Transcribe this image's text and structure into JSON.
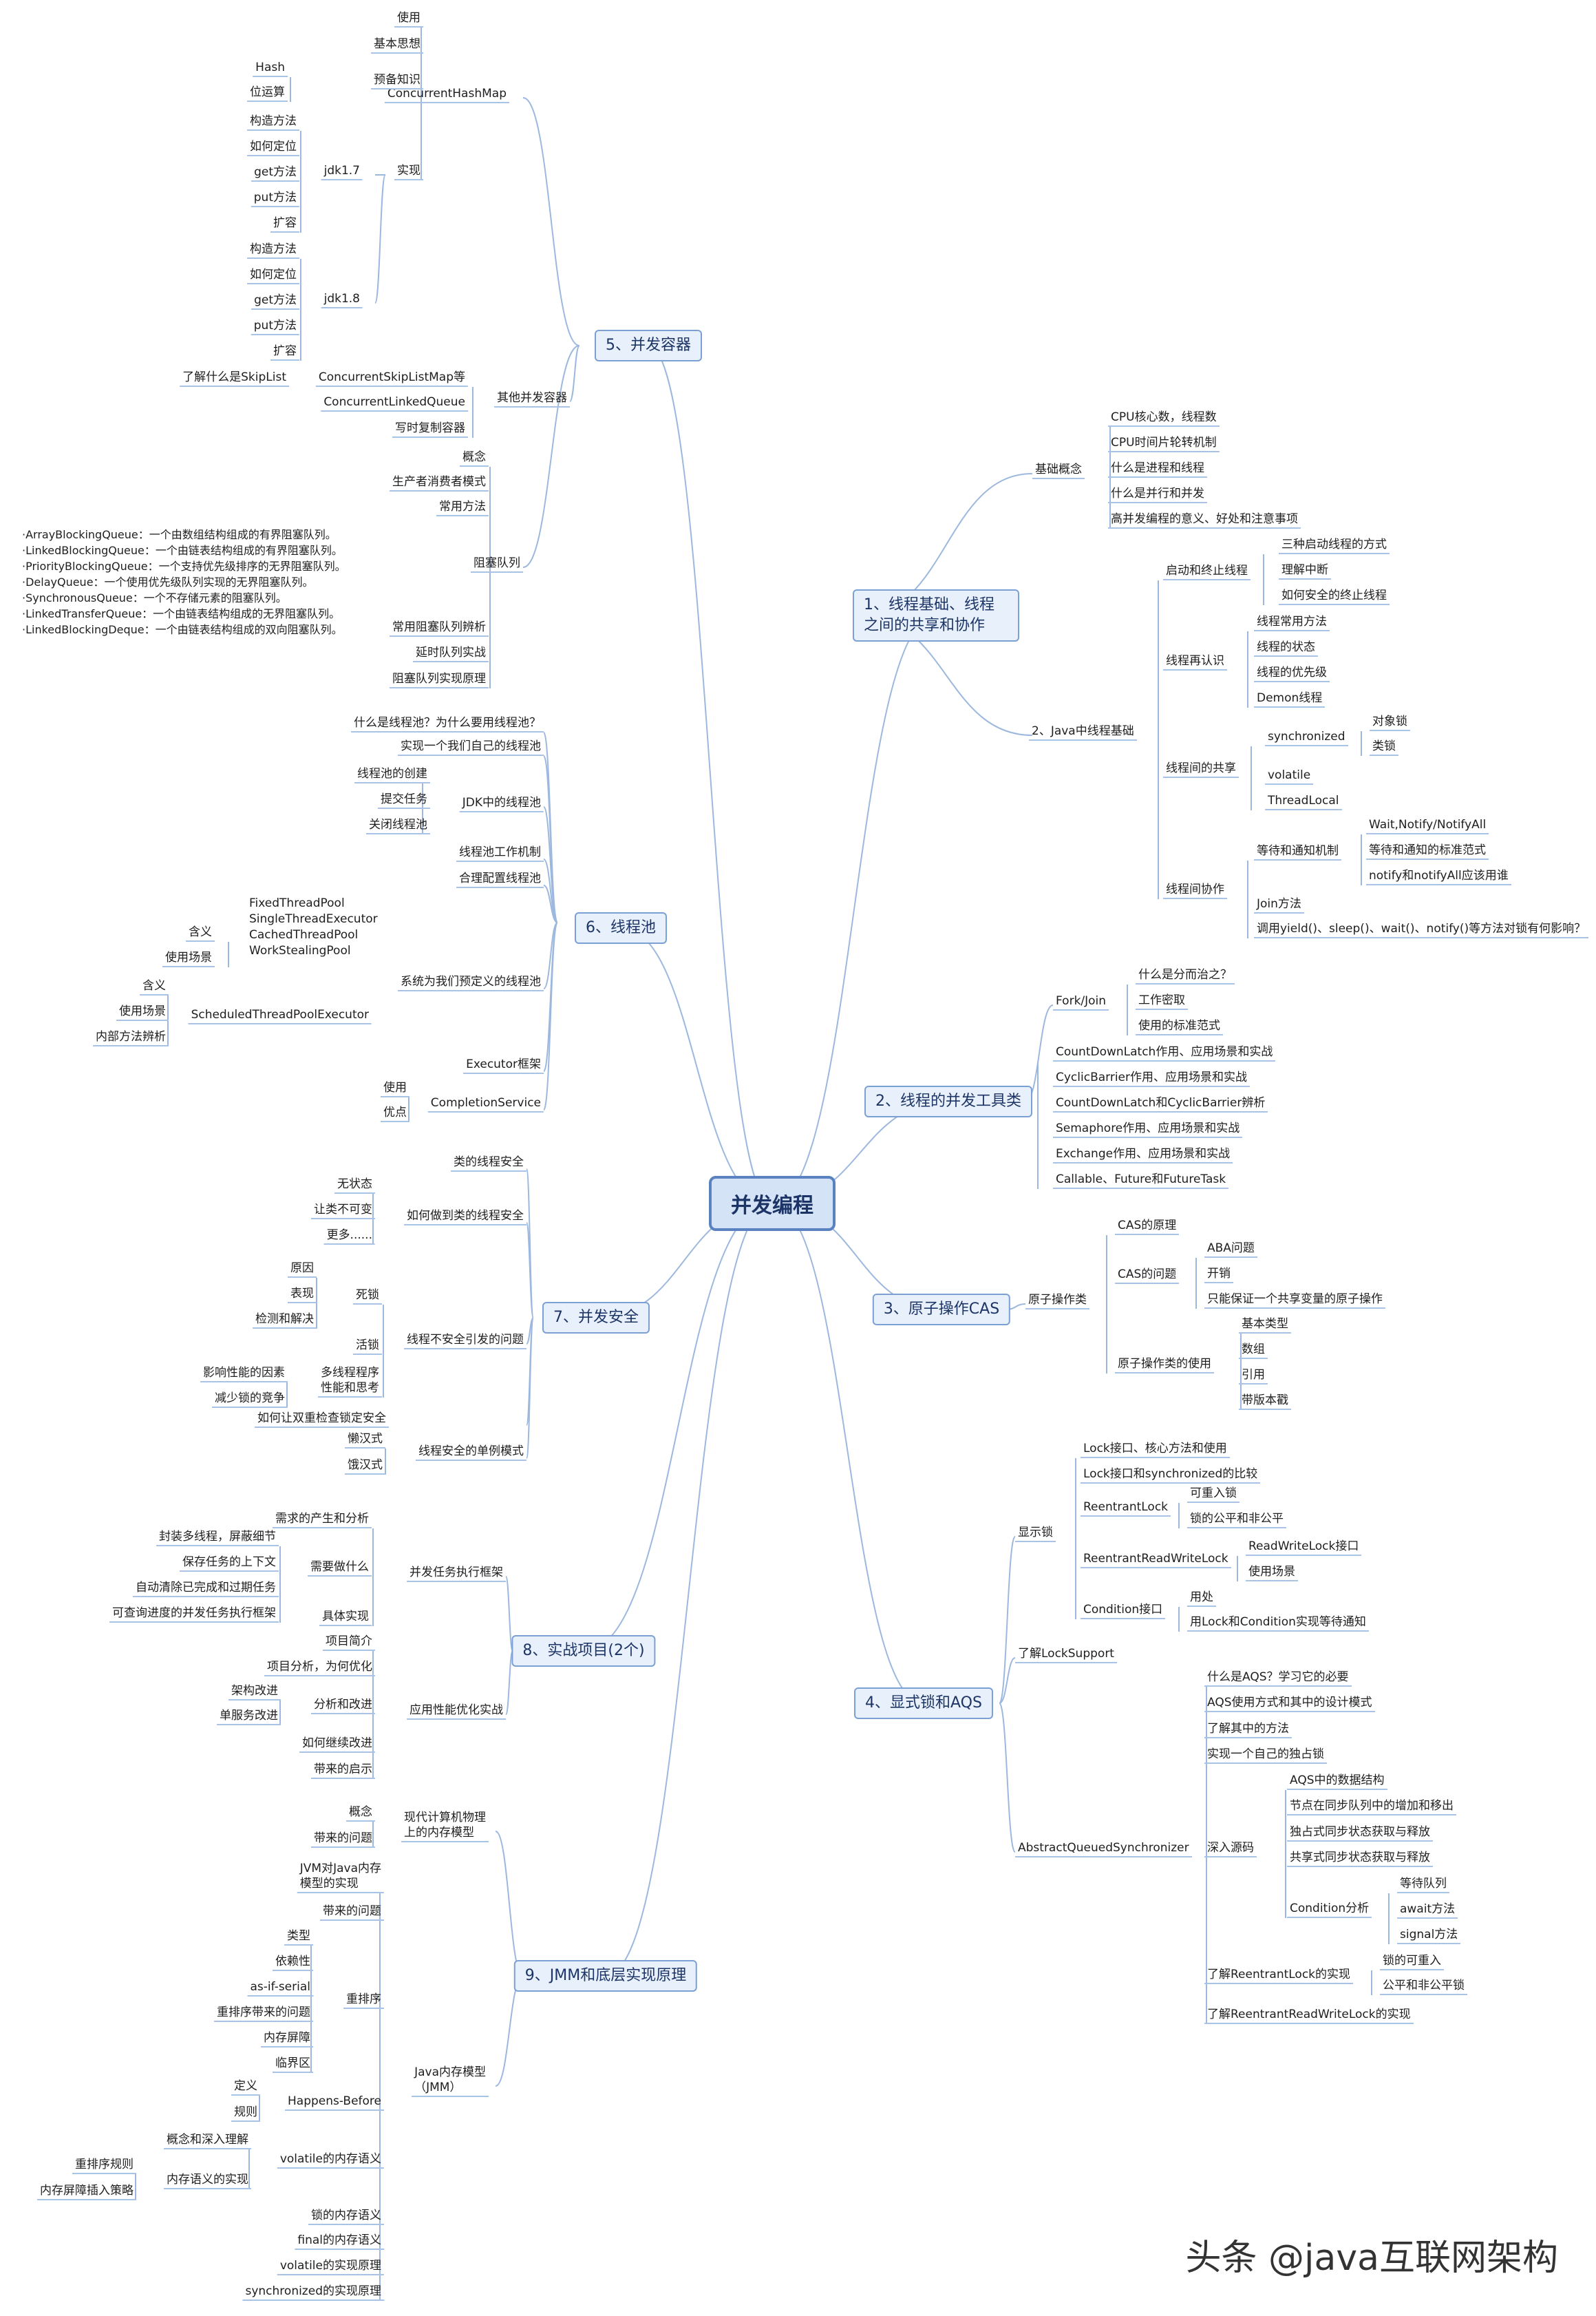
{
  "center": "并发编程",
  "b1": {
    "title": "1、线程基础、线程之间的共享和协作",
    "basic": {
      "label": "基础概念",
      "items": [
        "CPU核心数，线程数",
        "CPU时间片轮转机制",
        "什么是进程和线程",
        "什么是并行和并发",
        "高并发编程的意义、好处和注意事项"
      ]
    },
    "java": {
      "label": "2、Java中线程基础",
      "start": {
        "label": "启动和终止线程",
        "items": [
          "三种启动线程的方式",
          "理解中断",
          "如何安全的终止线程"
        ]
      },
      "know": {
        "label": "线程再认识",
        "items": [
          "线程常用方法",
          "线程的状态",
          "线程的优先级",
          "Demon线程"
        ]
      },
      "share": {
        "label": "线程间的共享",
        "sync": "synchronized",
        "sync_items": [
          "对象锁",
          "类锁"
        ],
        "volatile": "volatile",
        "tl": "ThreadLocal"
      },
      "coop": {
        "label": "线程间协作",
        "wait": "等待和通知机制",
        "wait_items": [
          "Wait,Notify/NotifyAll",
          "等待和通知的标准范式",
          "notify和notifyAll应该用谁"
        ],
        "join": "Join方法",
        "call": "调用yield()、sleep()、wait()、notify()等方法对锁有何影响？"
      }
    }
  },
  "b2": {
    "title": "2、线程的并发工具类",
    "fj": {
      "label": "Fork/Join",
      "items": [
        "什么是分而治之？",
        "工作密取",
        "使用的标准范式"
      ]
    },
    "items": [
      "CountDownLatch作用、应用场景和实战",
      "CyclicBarrier作用、应用场景和实战",
      "CountDownLatch和CyclicBarrier辨析",
      "Semaphore作用、应用场景和实战",
      "Exchange作用、应用场景和实战",
      "Callable、Future和FutureTask"
    ]
  },
  "b3": {
    "title": "3、原子操作CAS",
    "op": {
      "label": "原子操作类",
      "cas": "CAS的原理",
      "prob": "CAS的问题",
      "prob_items": [
        "ABA问题",
        "开销",
        "只能保证一个共享变量的原子操作"
      ],
      "use": "原子操作类的使用",
      "use_items": [
        "基本类型",
        "数组",
        "引用",
        "带版本戳"
      ]
    }
  },
  "b4": {
    "title": "4、显式锁和AQS",
    "lock": {
      "label": "显示锁",
      "a": "Lock接口、核心方法和使用",
      "b": "Lock接口和synchronized的比较",
      "rl": "ReentrantLock",
      "rl_items": [
        "可重入锁",
        "锁的公平和非公平"
      ],
      "rrwl": "ReentrantReadWriteLock",
      "rrwl_items": [
        "ReadWriteLock接口",
        "使用场景"
      ],
      "cond": "Condition接口",
      "cond_items": [
        "用处",
        "用Lock和Condition实现等待通知"
      ]
    },
    "ls": "了解LockSupport",
    "aqs": {
      "label": "AbstractQueuedSynchronizer",
      "items": [
        "什么是AQS？学习它的必要",
        "AQS使用方式和其中的设计模式",
        "了解其中的方法",
        "实现一个自己的独占锁"
      ],
      "deep": {
        "label": "深入源码",
        "items": [
          "AQS中的数据结构",
          "节点在同步队列中的增加和移出",
          "独占式同步状态获取与释放",
          "共享式同步状态获取与释放"
        ],
        "cond": "Condition分析",
        "cond_items": [
          "等待队列",
          "await方法",
          "signal方法"
        ]
      },
      "rl": "了解ReentrantLock的实现",
      "rl_items": [
        "锁的可重入",
        "公平和非公平锁"
      ],
      "rrwl": "了解ReentrantReadWriteLock的实现"
    }
  },
  "b5": {
    "title": "5、并发容器",
    "chm": {
      "label": "ConcurrentHashMap",
      "use": "使用",
      "idea": "基本思想",
      "pre": "预备知识",
      "pre_items": [
        "Hash",
        "位运算"
      ],
      "impl": "实现",
      "j7": "jdk1.7",
      "j7_items": [
        "构造方法",
        "如何定位",
        "get方法",
        "put方法",
        "扩容"
      ],
      "j8": "jdk1.8",
      "j8_items": [
        "构造方法",
        "如何定位",
        "get方法",
        "put方法",
        "扩容"
      ]
    },
    "other": {
      "label": "其他并发容器",
      "skip": "ConcurrentSkipListMap等",
      "skip_note": "了解什么是SkipList",
      "clq": "ConcurrentLinkedQueue",
      "cow": "写时复制容器"
    },
    "bq": {
      "label": "阻塞队列",
      "items": [
        "概念",
        "生产者消费者模式",
        "常用方法"
      ],
      "common": "常用阻塞队列辨析",
      "notes": [
        "·ArrayBlockingQueue：一个由数组结构组成的有界阻塞队列。",
        "·LinkedBlockingQueue：一个由链表结构组成的有界阻塞队列。",
        "·PriorityBlockingQueue：一个支持优先级排序的无界阻塞队列。",
        "·DelayQueue：一个使用优先级队列实现的无界阻塞队列。",
        "·SynchronousQueue：一个不存储元素的阻塞队列。",
        "·LinkedTransferQueue：一个由链表结构组成的无界阻塞队列。",
        "·LinkedBlockingDeque：一个由链表结构组成的双向阻塞队列。"
      ],
      "tail": [
        "延时队列实战",
        "阻塞队列实现原理"
      ]
    }
  },
  "b6": {
    "title": "6、线程池",
    "what": "什么是线程池？为什么要用线程池？",
    "own": "实现一个我们自己的线程池",
    "jdk": {
      "label": "JDK中的线程池",
      "items": [
        "线程池的创建",
        "提交任务",
        "关闭线程池"
      ]
    },
    "work": "线程池工作机制",
    "cfg": "合理配置线程池",
    "pre": {
      "label": "系统为我们预定义的线程池",
      "names": [
        "FixedThreadPool",
        "SingleThreadExecutor",
        "CachedThreadPool",
        "WorkStealingPool"
      ],
      "mean": "含义",
      "scene": "使用场景",
      "sched": "ScheduledThreadPoolExecutor",
      "sched_items": [
        "含义",
        "使用场景",
        "内部方法辨析"
      ]
    },
    "exec": "Executor框架",
    "cs": {
      "label": "CompletionService",
      "items": [
        "使用",
        "优点"
      ]
    }
  },
  "b7": {
    "title": "7、并发安全",
    "cls": "类的线程安全",
    "how": {
      "label": "如何做到类的线程安全",
      "items": [
        "无状态",
        "让类不可变",
        "更多......"
      ]
    },
    "issue": {
      "label": "线程不安全引发的问题",
      "dead": "死锁",
      "dead_items": [
        "原因",
        "表现",
        "检测和解决"
      ],
      "live": "活锁",
      "perf": "多线程程序\n性能和思考",
      "perf_items": [
        "影响性能的因素",
        "减少锁的竞争"
      ]
    },
    "dcl": "如何让双重检查锁定安全",
    "single": {
      "label": "线程安全的单例模式",
      "items": [
        "懒汉式",
        "饿汉式"
      ]
    }
  },
  "b8": {
    "title": "8、实战项目(2个)",
    "f": {
      "label": "并发任务执行框架",
      "need": "需求的产生和分析",
      "todo": "需要做什么",
      "todo_items": [
        "封装多线程，屏蔽细节",
        "保存任务的上下文",
        "自动清除已完成和过期任务",
        "可查询进度的并发任务执行框架"
      ],
      "impl": "具体实现"
    },
    "o": {
      "label": "应用性能优化实战",
      "intro": "项目简介",
      "why": "项目分析，为何优化",
      "ana": "分析和改进",
      "ana_items": [
        "架构改进",
        "单服务改进"
      ],
      "cont": "如何继续改进",
      "insp": "带来的启示"
    }
  },
  "b9": {
    "title": "9、JMM和底层实现原理",
    "mem": {
      "label": "现代计算机物理\n上的内存模型",
      "items": [
        "概念",
        "带来的问题"
      ]
    },
    "jmm": {
      "label": "Java内存模型\n（JMM）",
      "impl": "JVM对Java内存\n模型的实现",
      "prob": "带来的问题",
      "re": "重排序",
      "re_items": [
        "类型",
        "依赖性",
        "as-if-serial",
        "重排序带来的问题",
        "内存屏障",
        "临界区"
      ],
      "hb": "Happens-Before",
      "hb_items": [
        "定义",
        "规则"
      ],
      "vs": "volatile的内存语义",
      "vs_concept": "概念和深入理解",
      "vs_impl": "内存语义的实现",
      "vs_impl_items": [
        "重排序规则",
        "内存屏障插入策略"
      ],
      "tail": [
        "锁的内存语义",
        "final的内存语义",
        "volatile的实现原理",
        "synchronized的实现原理"
      ]
    }
  },
  "watermark": "头条 @java互联网架构"
}
